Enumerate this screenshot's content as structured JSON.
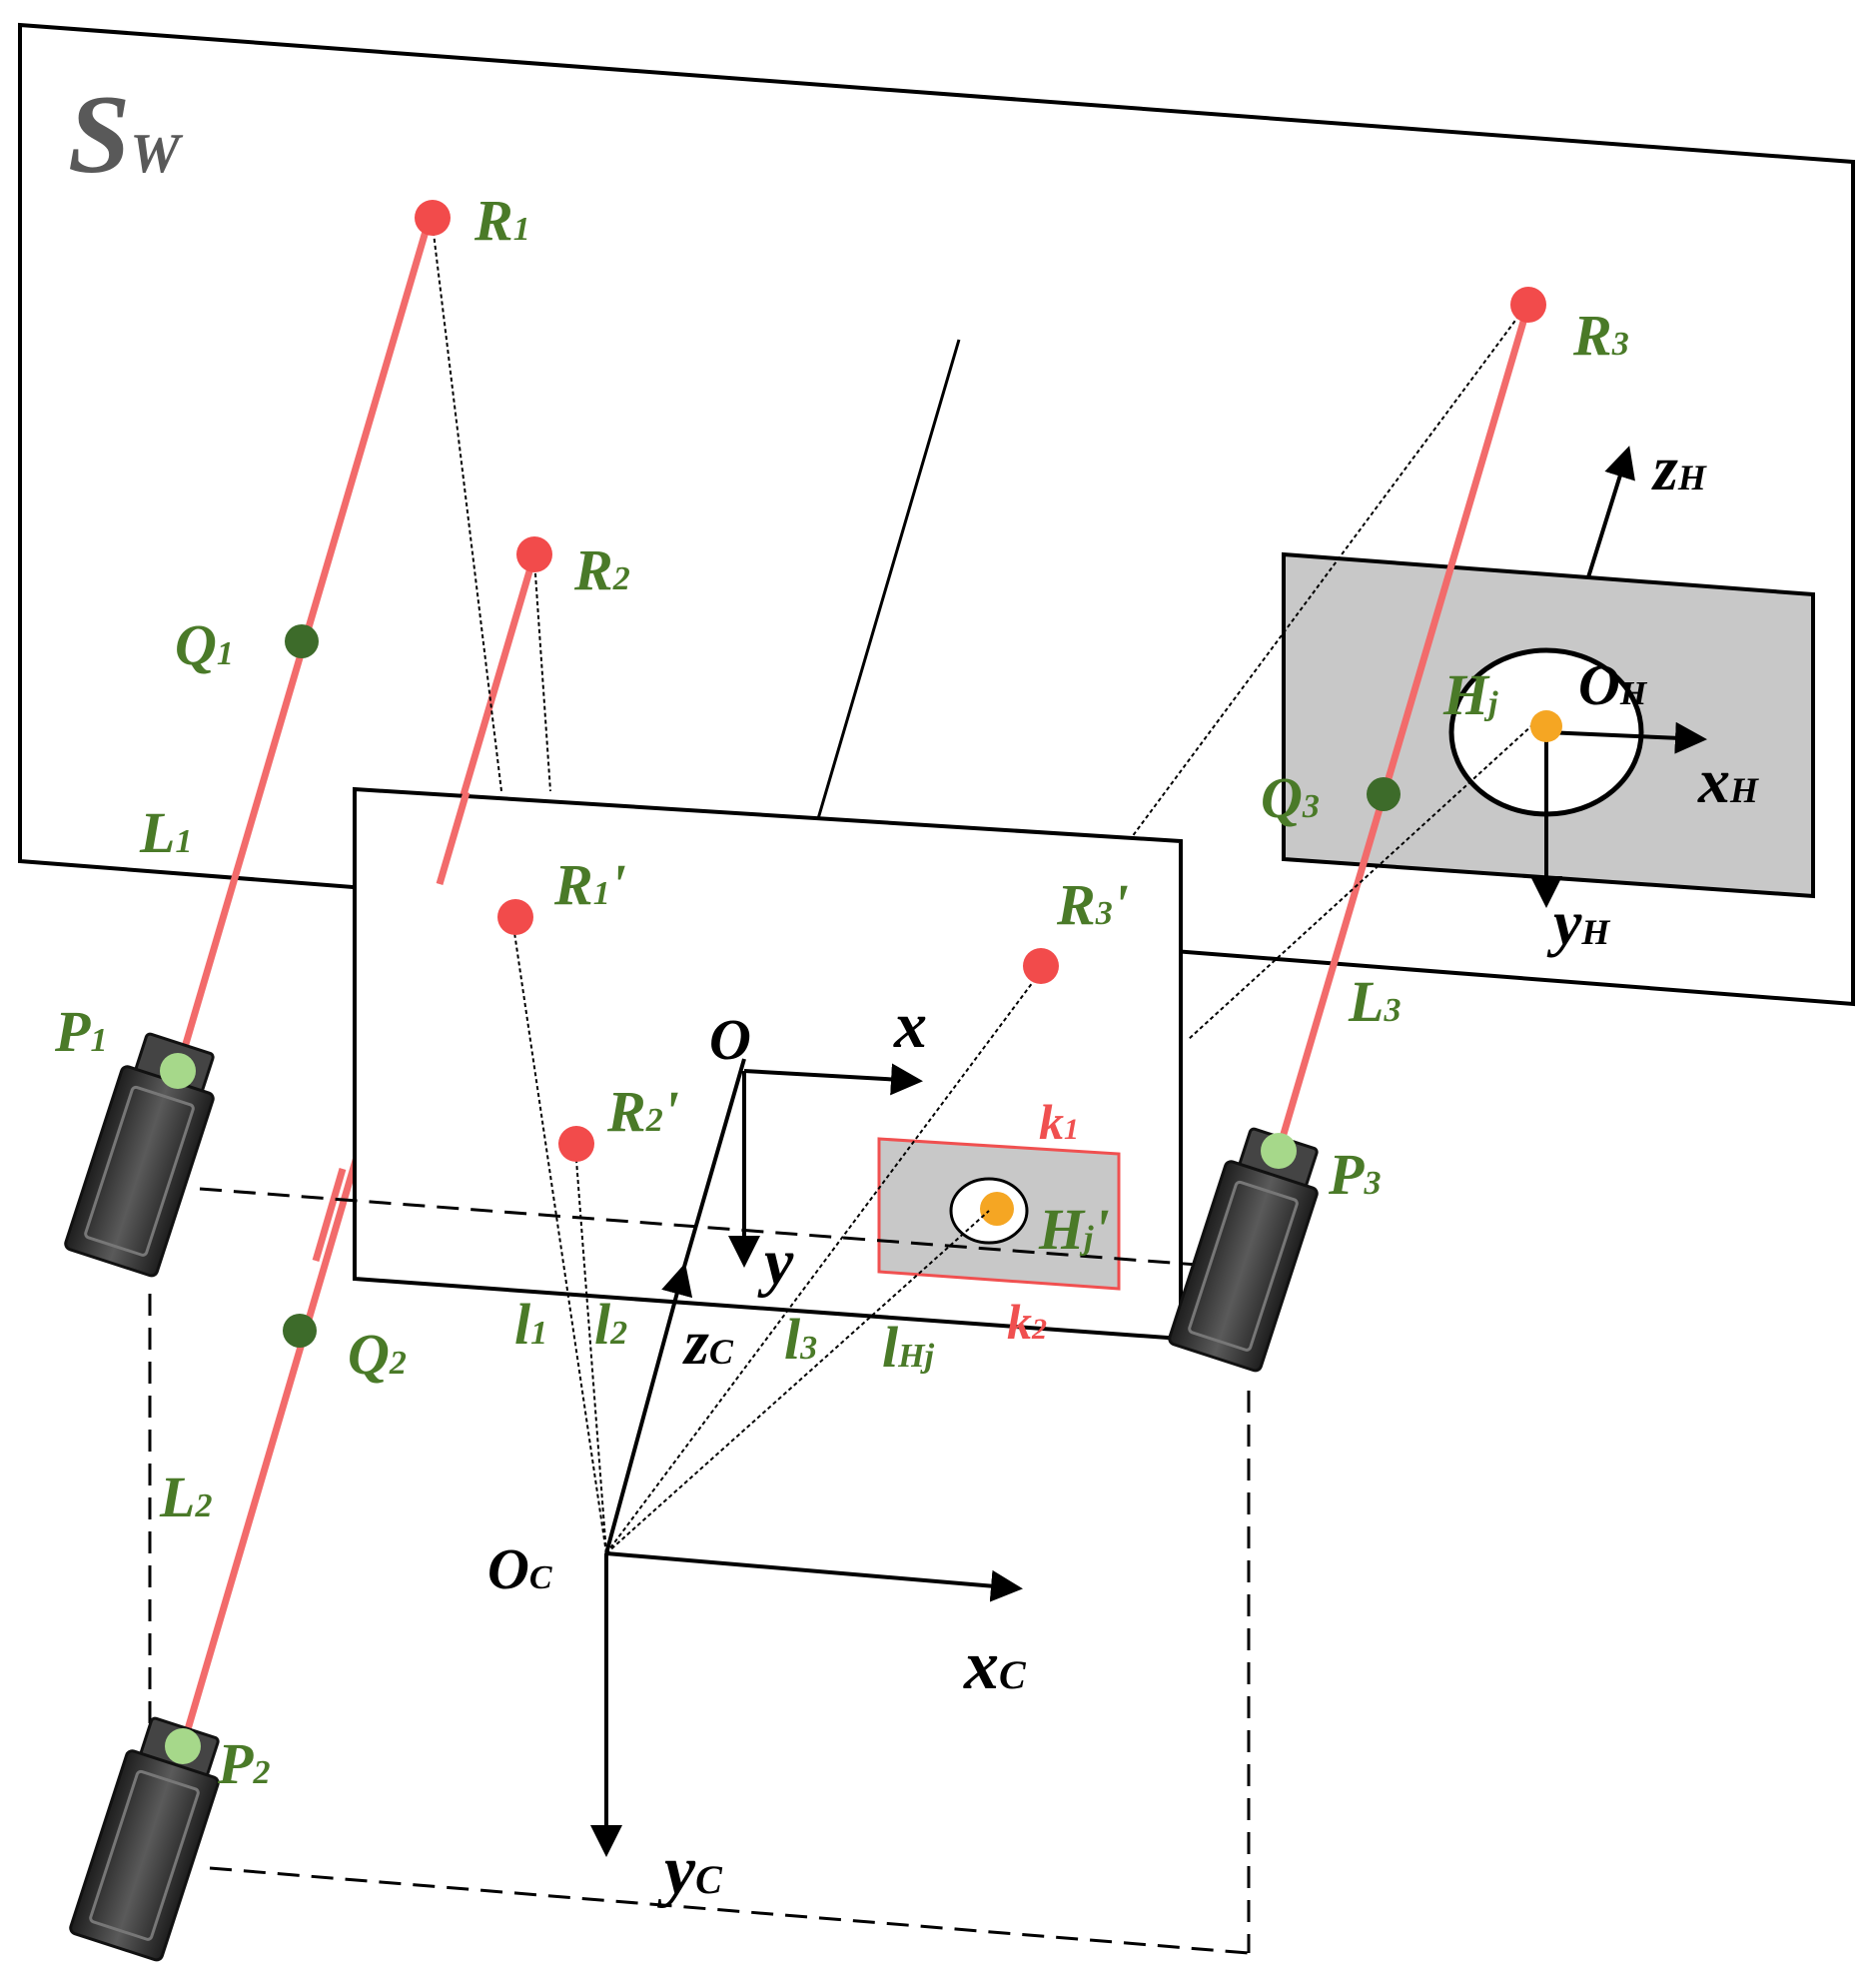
{
  "colors": {
    "laser": "#f26b6b",
    "laser_point": "#f24b4b",
    "green_point": "#3d6b2a",
    "light_green_point": "#a6d88a",
    "label_green": "#4a7a28",
    "hole_fill": "#f5a623",
    "panel_gray": "#c8c8c8",
    "camera_body": "#3a3a3a"
  },
  "labels": {
    "sw": {
      "main": "S",
      "sub": "W"
    },
    "r1": {
      "main": "R",
      "sub": "1"
    },
    "r2": {
      "main": "R",
      "sub": "2"
    },
    "r3": {
      "main": "R",
      "sub": "3"
    },
    "q1": {
      "main": "Q",
      "sub": "1"
    },
    "q2": {
      "main": "Q",
      "sub": "2"
    },
    "q3": {
      "main": "Q",
      "sub": "3"
    },
    "l1": {
      "main": "L",
      "sub": "1"
    },
    "l2": {
      "main": "L",
      "sub": "2"
    },
    "l3": {
      "main": "L",
      "sub": "3"
    },
    "p1": {
      "main": "P",
      "sub": "1"
    },
    "p2": {
      "main": "P",
      "sub": "2"
    },
    "p3": {
      "main": "P",
      "sub": "3"
    },
    "r1p": {
      "main": "R",
      "sub": "1",
      "suffix": "'"
    },
    "r2p": {
      "main": "R",
      "sub": "2",
      "suffix": "'"
    },
    "r3p": {
      "main": "R",
      "sub": "3",
      "suffix": "'"
    },
    "o": "O",
    "x": "x",
    "y": "y",
    "k1": {
      "main": "k",
      "sub": "1"
    },
    "k2": {
      "main": "k",
      "sub": "2"
    },
    "hjp": {
      "main": "H",
      "sub": "j",
      "suffix": "'"
    },
    "hj": {
      "main": "H",
      "sub": "j"
    },
    "oh": {
      "main": "O",
      "sub": "H"
    },
    "xh": {
      "main": "x",
      "sub": "H"
    },
    "yh": {
      "main": "y",
      "sub": "H"
    },
    "zh": {
      "main": "z",
      "sub": "H"
    },
    "t1": {
      "main": "l",
      "sub": "1"
    },
    "t2": {
      "main": "l",
      "sub": "2"
    },
    "t3": {
      "main": "l",
      "sub": "3"
    },
    "thj": {
      "main": "l",
      "sub": "Hj"
    },
    "zc": {
      "main": "z",
      "sub": "C"
    },
    "oc": {
      "main": "O",
      "sub": "C"
    },
    "xc": {
      "main": "x",
      "sub": "C"
    },
    "yc": {
      "main": "y",
      "sub": "C"
    }
  }
}
